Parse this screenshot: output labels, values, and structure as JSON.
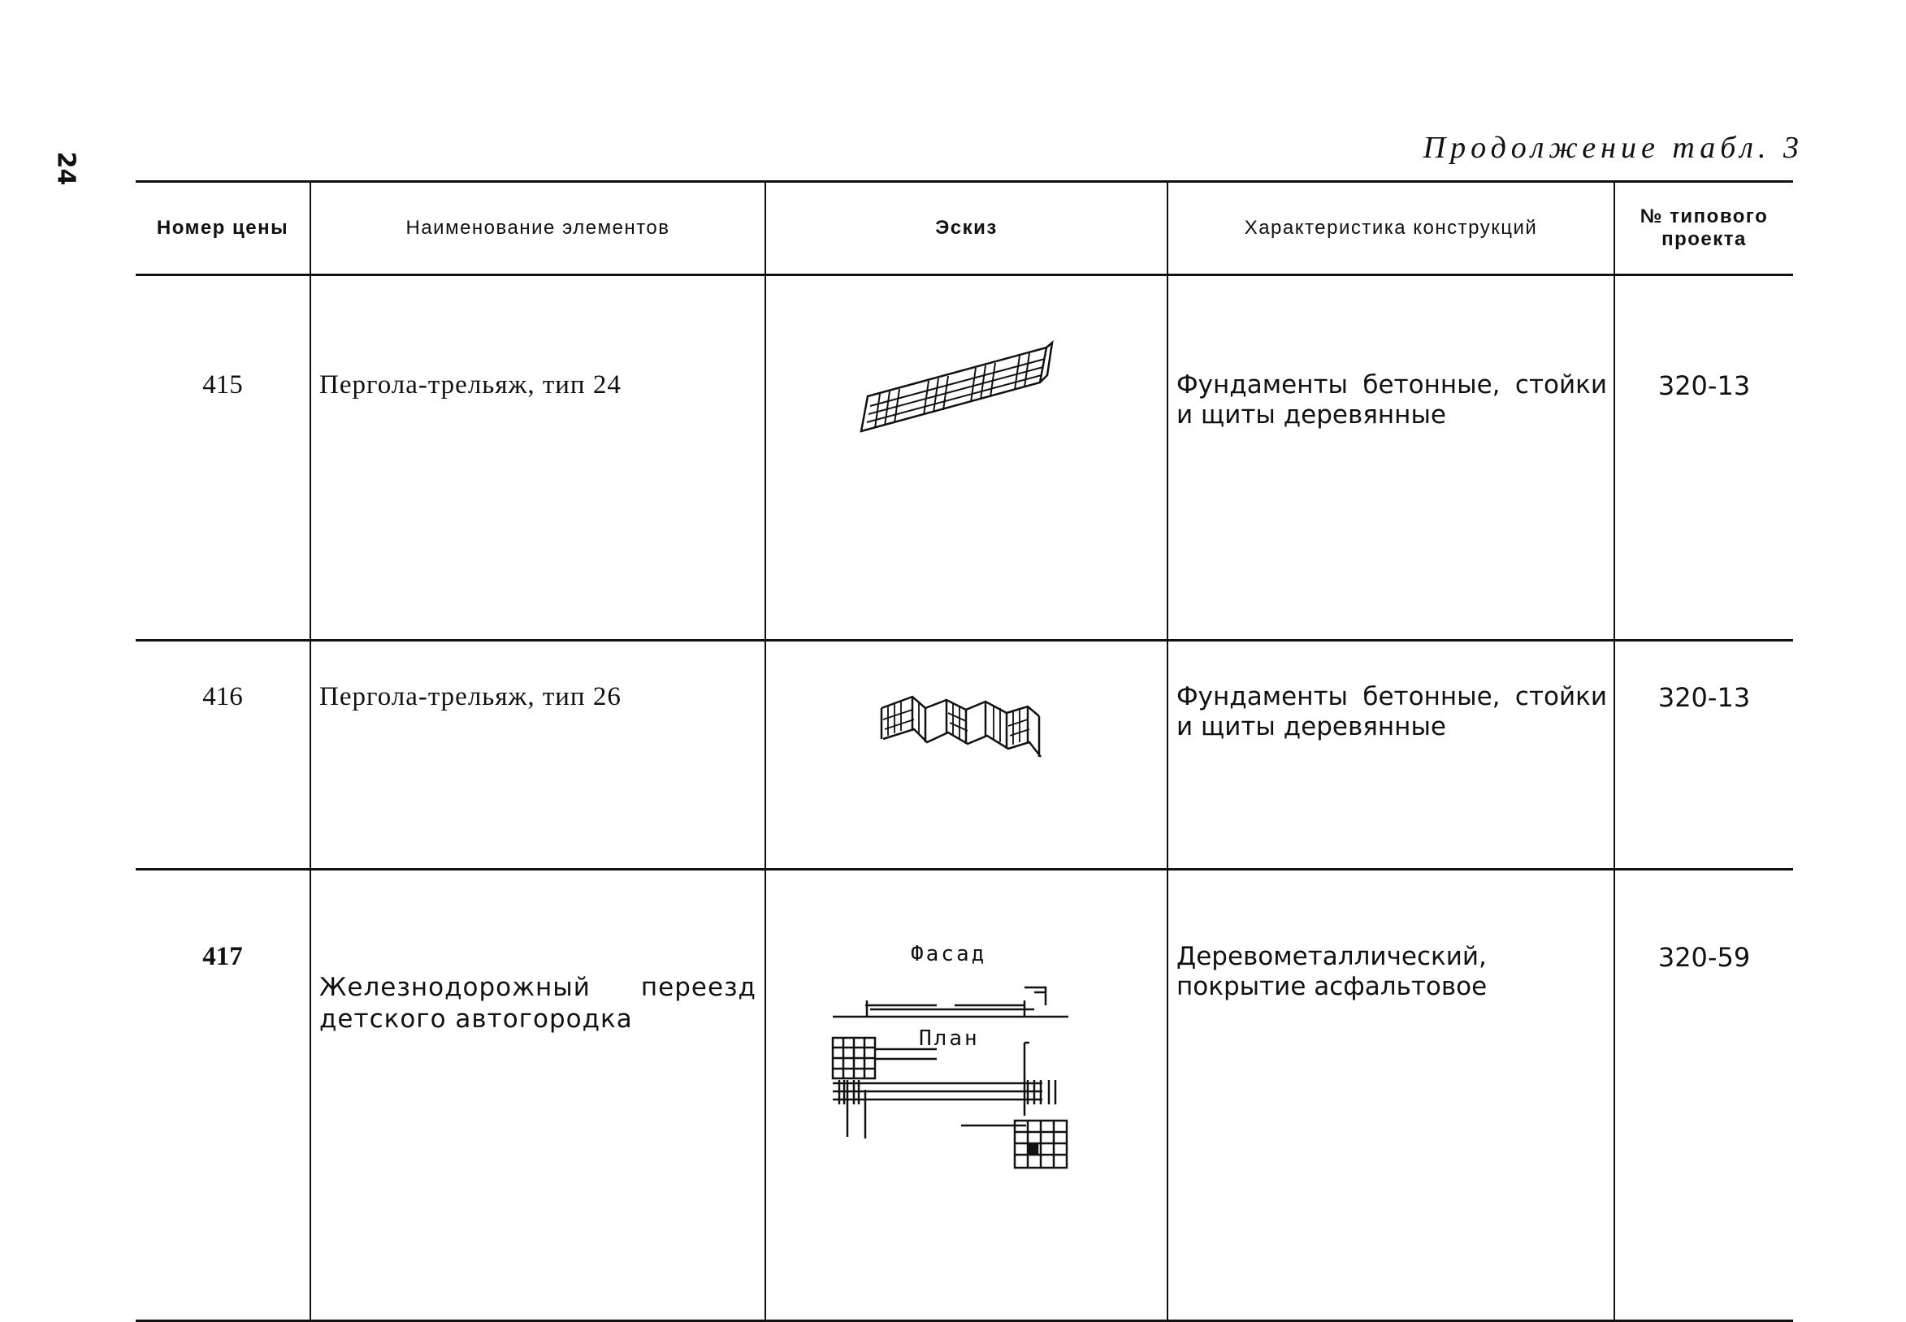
{
  "page": {
    "number": "24",
    "continuation": "Продолжение табл. 3"
  },
  "table": {
    "headers": {
      "number": "Номер цены",
      "name": "Наименование элементов",
      "sketch": "Эскиз",
      "characteristics": "Характеристика конструкций",
      "project": "№ типового проекта"
    },
    "rows": [
      {
        "number": "415",
        "name": "Пергола-трельяж, тип 24",
        "sketch_icon": "pergola-trellis-flat-icon",
        "characteristics": "Фундаменты бетонные, стойки и щиты деревянные",
        "project": "320-13"
      },
      {
        "number": "416",
        "name": "Пергола-трельяж, тип 26",
        "sketch_icon": "pergola-trellis-zigzag-icon",
        "characteristics": "Фундаменты бетонные, стойки и щиты деревянные",
        "project": "320-13"
      },
      {
        "number": "417",
        "name": "Железнодорожный переезд детского автогородка",
        "sketch_icon": "railway-crossing-icon",
        "sketch_labels": {
          "facade": "Фасад",
          "plan": "План"
        },
        "characteristics": "Деревометаллический, покрытие асфальтовое",
        "project": "320-59"
      }
    ]
  }
}
